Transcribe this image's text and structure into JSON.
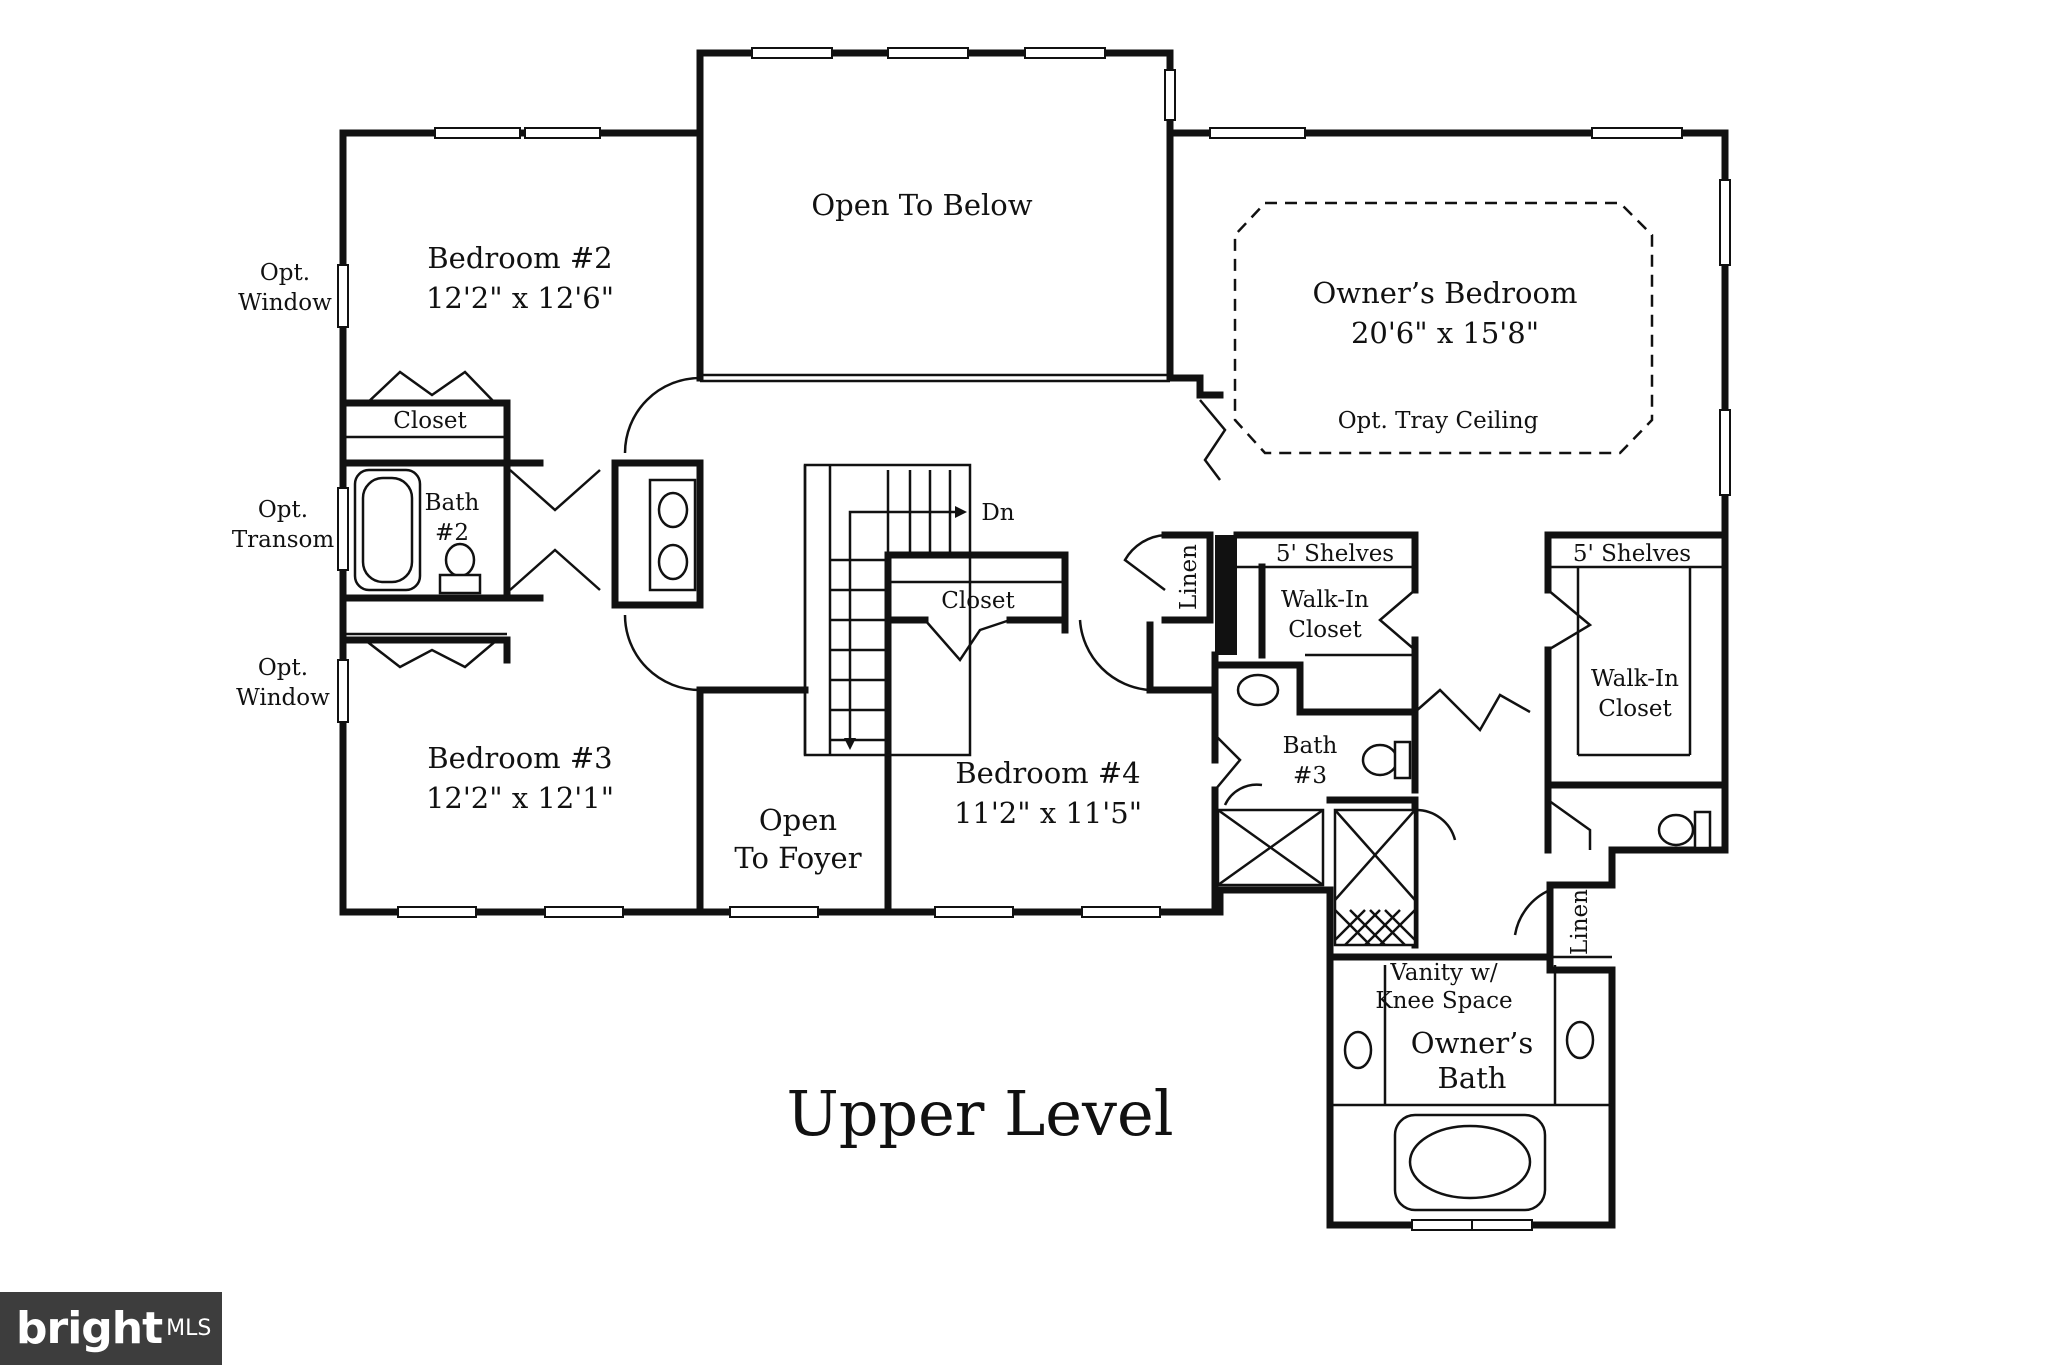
{
  "title": "Upper Level",
  "rooms": {
    "bedroom2": {
      "name": "Bedroom #2",
      "size": "12'2\" x 12'6\""
    },
    "bedroom3": {
      "name": "Bedroom #3",
      "size": "12'2\" x 12'1\""
    },
    "bedroom4": {
      "name": "Bedroom #4",
      "size": "11'2\" x 11'5\""
    },
    "owners_bedroom": {
      "name": "Owner’s Bedroom",
      "size": "20'6\" x 15'8\"",
      "note": "Opt. Tray Ceiling"
    },
    "open_below": "Open To Below",
    "open_foyer": [
      "Open",
      "To Foyer"
    ],
    "bath2": [
      "Bath",
      "#2"
    ],
    "bath3": [
      "Bath",
      "#3"
    ],
    "owners_bath": [
      "Owner’s",
      "Bath"
    ],
    "vanity": [
      "Vanity w/",
      "Knee Space"
    ],
    "walkin1": [
      "Walk-In",
      "Closet"
    ],
    "walkin2": [
      "Walk-In",
      "Closet"
    ],
    "closet_b2": "Closet",
    "closet_b4": "Closet",
    "shelves1": "5' Shelves",
    "shelves2": "5' Shelves",
    "linen1": "Linen",
    "linen2": "Linen",
    "stairs": "Dn"
  },
  "options": {
    "window_top": [
      "Opt.",
      "Window"
    ],
    "transom": [
      "Opt.",
      "Transom"
    ],
    "window_bottom": [
      "Opt.",
      "Window"
    ]
  },
  "watermark": {
    "brand": "bright",
    "suffix": "MLS"
  }
}
